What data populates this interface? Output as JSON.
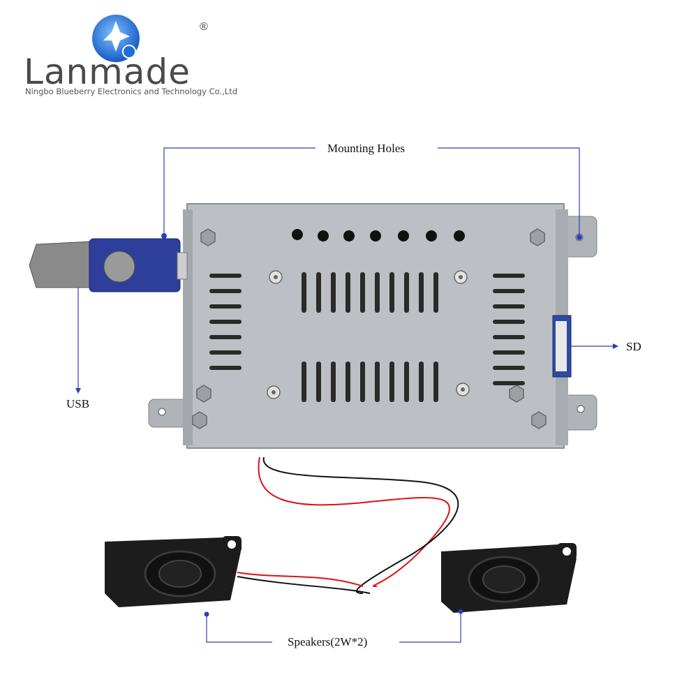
{
  "brand": {
    "name": "Lanmade",
    "registered_mark": "®",
    "company": "Ningbo Blueberry Electronics and Technology Co.,Ltd",
    "colors": {
      "logo_blue": "#1e6fd0",
      "text_gray": "#4a4a4a"
    }
  },
  "labels": {
    "mounting_holes": "Mounting Holes",
    "usb": "USB",
    "sd": "SD",
    "speakers": "Speakers(2W*2)"
  },
  "colors": {
    "leader_line": "#2a3fb8",
    "chassis": "#b9bdc1",
    "speaker": "#1c1c1c"
  }
}
